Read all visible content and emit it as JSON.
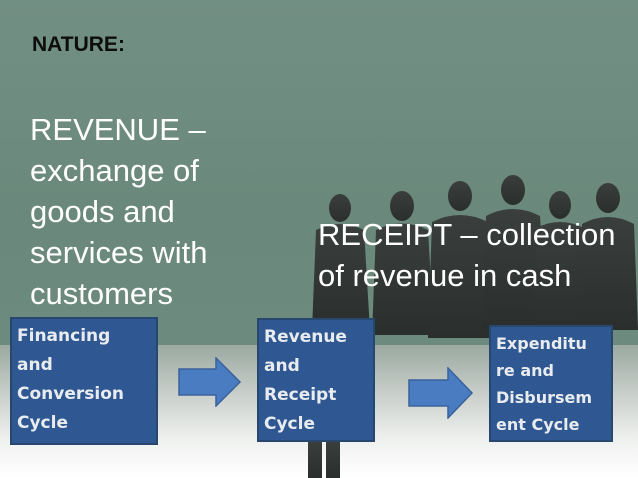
{
  "slide": {
    "heading": "NATURE:",
    "revenue_text": "REVENUE – exchange of goods and services with customers",
    "receipt_text": "RECEIPT – collection of revenue in cash",
    "cycles": [
      {
        "label": "Financing\nand\nConversion\nCycle"
      },
      {
        "label": "Revenue\nand\nReceipt\nCycle"
      },
      {
        "label": "Expenditu\nre and\nDisbursem\nent Cycle"
      }
    ]
  },
  "colors": {
    "background": "#6f8d80",
    "box_fill": "#2f5893",
    "arrow_fill": "#4a7cc1"
  }
}
